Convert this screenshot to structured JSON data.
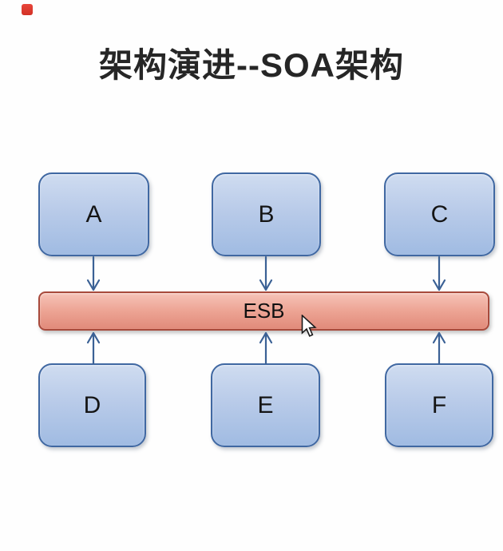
{
  "title": "架构演进--SOA架构",
  "colors": {
    "title_color": "#262626",
    "node_border": "#4068a2",
    "node_fill_top": "#cfdcf0",
    "node_fill_bottom": "#a0bbe2",
    "bus_border": "#a84a3c",
    "bus_fill_top": "#f6c3b8",
    "bus_fill_bottom": "#e18a7a",
    "arrow": "#3b6195",
    "icon_red": "#e8453a"
  },
  "diagram": {
    "top_nodes": [
      {
        "label": "A"
      },
      {
        "label": "B"
      },
      {
        "label": "C"
      }
    ],
    "bus": {
      "label": "ESB"
    },
    "bottom_nodes": [
      {
        "label": "D"
      },
      {
        "label": "E"
      },
      {
        "label": "F"
      }
    ]
  }
}
